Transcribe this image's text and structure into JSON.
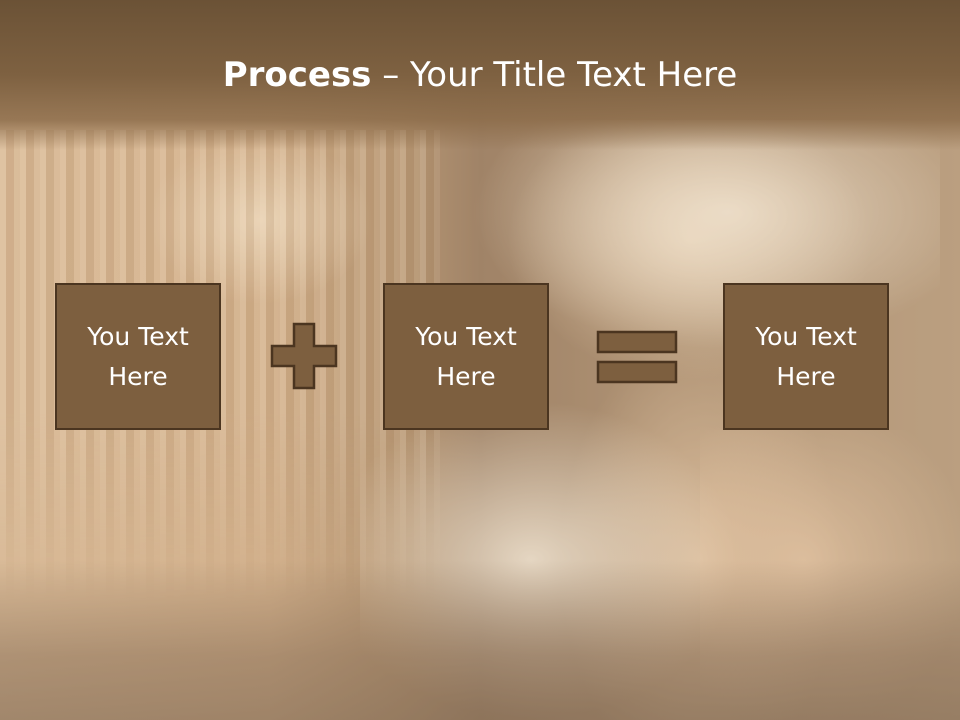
{
  "title": {
    "bold": "Process",
    "rest": " – Your Title Text Here"
  },
  "process": {
    "boxes": [
      {
        "text": "You Text Here"
      },
      {
        "text": "You Text Here"
      },
      {
        "text": "You Text Here"
      }
    ],
    "operators": [
      "plus-icon",
      "equals-icon"
    ]
  },
  "colors": {
    "title_band": "#7e6141",
    "box_fill": "#7d5f3f",
    "box_border": "#4b3520",
    "text": "#ffffff"
  }
}
